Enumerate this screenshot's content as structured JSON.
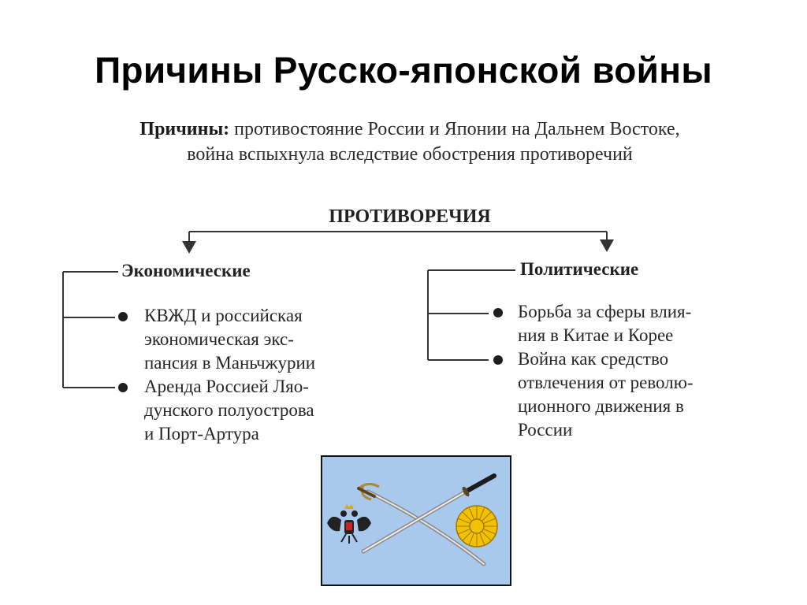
{
  "slide": {
    "title": "Причины Русско-японской войны"
  },
  "intro": {
    "lead": "Причины:",
    "text": " противостояние России и Японии на Дальнем Востоке, война вспыхнула вследствие обострения противоречий"
  },
  "diagram": {
    "heading": "ПРОТИВОРЕЧИЯ",
    "economic": {
      "title": "Экономические",
      "items": [
        "КВЖД и российская\nэкономическая экс-\nпансия в Маньчжурии",
        "Аренда Россией Ляо-\nдунского полуострова\nи Порт-Артура"
      ]
    },
    "political": {
      "title": "Политические",
      "items": [
        "Борьба за сферы влия-\nния в Китае и Корее",
        "Война как средство\nотвлечения от револю-\nционного движения в\nРоссии"
      ]
    }
  },
  "emblem": {
    "icons": [
      "double-headed-eagle-icon",
      "crossed-swords-icon",
      "chrysanthemum-icon"
    ],
    "colors": {
      "background": "#a8c8ec",
      "chrysanthemum": "#f2c200",
      "eagle": "#222222",
      "shield": "#cc2222"
    }
  }
}
